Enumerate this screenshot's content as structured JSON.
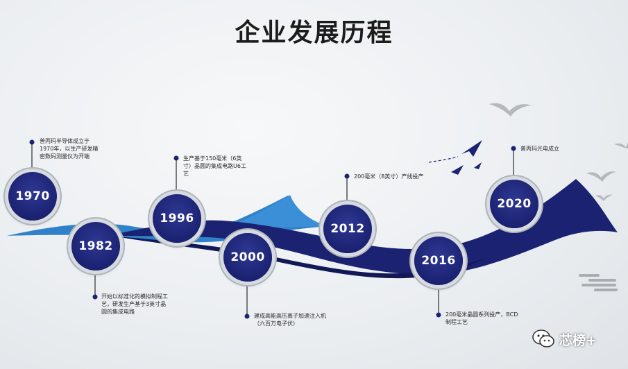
{
  "title": "企业发展历程",
  "milestones": [
    {
      "year": "1970",
      "text": "普丙玛半导体成立于1970年，以生产研发精密数码测量仪为开端"
    },
    {
      "year": "1982",
      "text": "开始以标准化的模拟制程工艺，研发生产基于3英寸晶圆的集成电路"
    },
    {
      "year": "1996",
      "text": "生产基于150毫米（6英寸）晶圆的集成电路U6工艺"
    },
    {
      "year": "2000",
      "text": "建成高能高压离子加速注入机（六百万电子伏）"
    },
    {
      "year": "2012",
      "text": "200毫米（8英寸）产线投产"
    },
    {
      "year": "2016",
      "text": "200毫米晶圆系列投产，BCD制程工艺"
    },
    {
      "year": "2020",
      "text": "普丙玛光电成立"
    }
  ],
  "brand": {
    "label": "芯榜+"
  },
  "colors": {
    "ribbon_dark": "#1b2272",
    "ribbon_light": "#2f7fc6",
    "node": "#1b2272"
  }
}
